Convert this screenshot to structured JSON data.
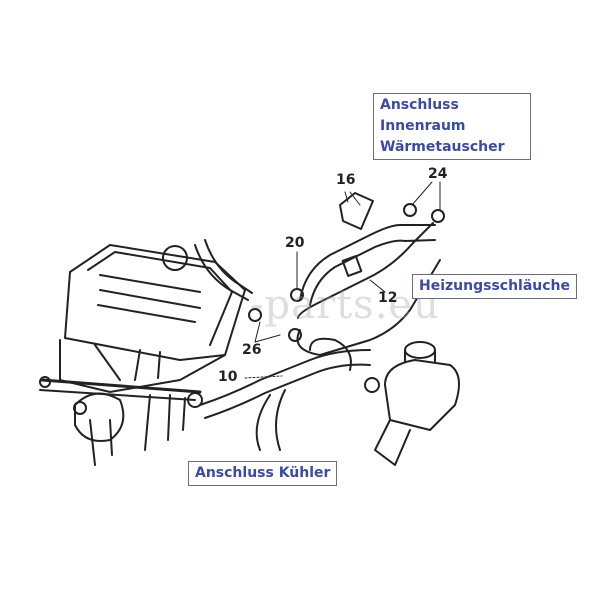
{
  "labels": {
    "heater_connection": [
      "Anschluss",
      "Innenraum",
      "Wärmetauscher"
    ],
    "heater_hoses": "Heizungsschläuche",
    "radiator_connection": "Anschluss Kühler"
  },
  "part_numbers": {
    "p16": "16",
    "p24": "24",
    "p20": "20",
    "p12": "12",
    "p26": "26",
    "p10": "10"
  },
  "watermark": "-parts.eu",
  "colors": {
    "label_text": "#3b4aa8",
    "line": "#222222"
  }
}
